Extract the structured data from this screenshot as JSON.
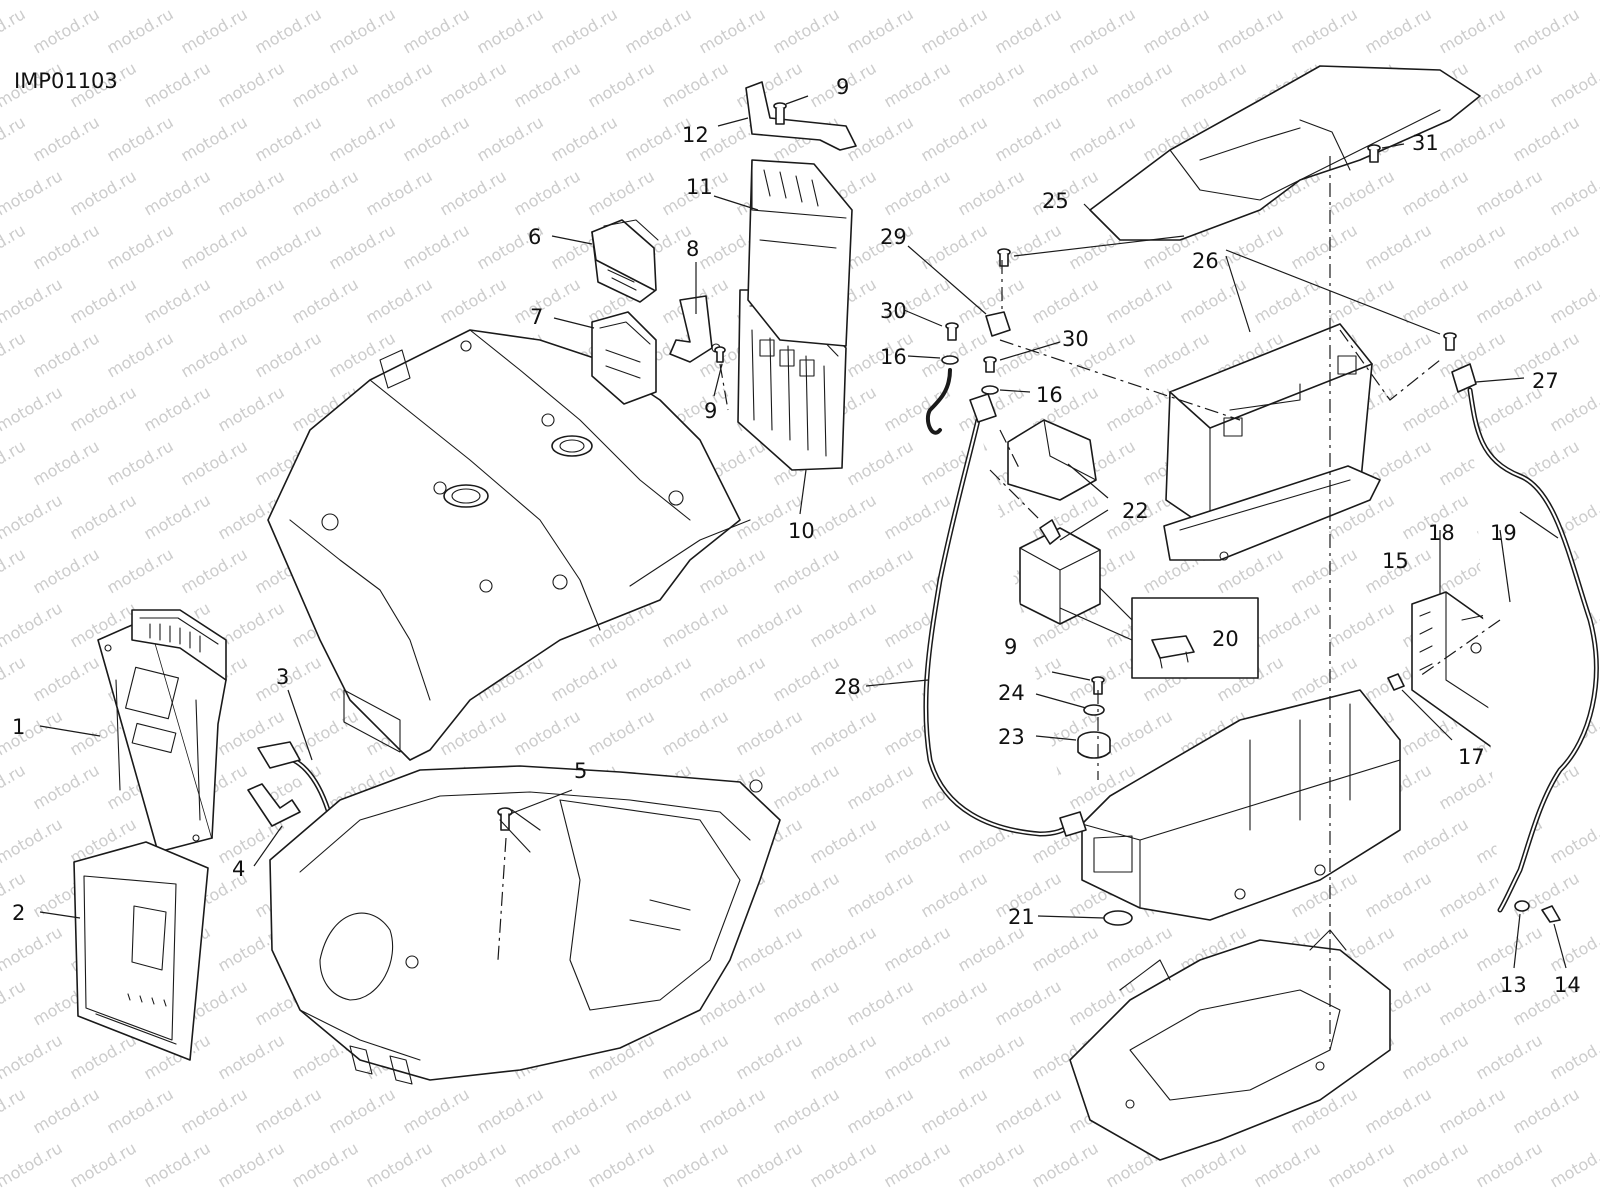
{
  "figure_code": "IMP01103",
  "watermark": "motod.ru",
  "colors": {
    "ink": "#1a1a1a",
    "paper": "#ffffff",
    "watermark": "#cccccc"
  },
  "callouts": [
    "1",
    "2",
    "3",
    "4",
    "5",
    "6",
    "7",
    "8",
    "9",
    "10",
    "11",
    "12",
    "13",
    "14",
    "15",
    "16",
    "17",
    "18",
    "19",
    "20",
    "21",
    "22",
    "23",
    "24",
    "25",
    "26",
    "27",
    "28",
    "29",
    "30",
    "31"
  ],
  "callout_instances": [
    {
      "n": "1"
    },
    {
      "n": "2"
    },
    {
      "n": "3"
    },
    {
      "n": "4"
    },
    {
      "n": "5"
    },
    {
      "n": "6"
    },
    {
      "n": "7"
    },
    {
      "n": "8"
    },
    {
      "n": "9"
    },
    {
      "n": "9"
    },
    {
      "n": "9"
    },
    {
      "n": "10"
    },
    {
      "n": "11"
    },
    {
      "n": "12"
    },
    {
      "n": "13"
    },
    {
      "n": "14"
    },
    {
      "n": "15"
    },
    {
      "n": "16"
    },
    {
      "n": "16"
    },
    {
      "n": "17"
    },
    {
      "n": "18"
    },
    {
      "n": "19"
    },
    {
      "n": "20"
    },
    {
      "n": "21"
    },
    {
      "n": "22"
    },
    {
      "n": "23"
    },
    {
      "n": "24"
    },
    {
      "n": "25"
    },
    {
      "n": "26"
    },
    {
      "n": "27"
    },
    {
      "n": "28"
    },
    {
      "n": "29"
    },
    {
      "n": "30"
    },
    {
      "n": "30"
    },
    {
      "n": "31"
    }
  ]
}
